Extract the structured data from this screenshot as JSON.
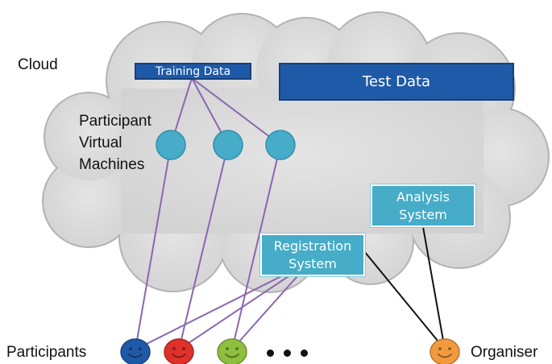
{
  "labels": {
    "cloud": "Cloud",
    "participant_vms": [
      "Participant",
      "Virtual",
      "Machines"
    ],
    "participants": "Participants",
    "organiser": "Organiser"
  },
  "boxes": {
    "training_data": "Training Data",
    "test_data": "Test Data",
    "registration_system": [
      "Registration",
      "System"
    ],
    "analysis_system": [
      "Analysis",
      "System"
    ]
  },
  "participant_colors": [
    "#1f5aa8",
    "#e0302a",
    "#8ebf3f"
  ],
  "organiser_color": "#f29a3e",
  "colors": {
    "cloud_fill": "#d8d8d8",
    "cloud_stroke": "#b0b0b0",
    "vm_fill": "#46acc8",
    "participant_lines": "#8a67b0",
    "organiser_lines": "#111111"
  },
  "icons": {
    "participant": "smiley-face-icon",
    "organiser": "smiley-face-icon",
    "more": "ellipsis-icon"
  }
}
